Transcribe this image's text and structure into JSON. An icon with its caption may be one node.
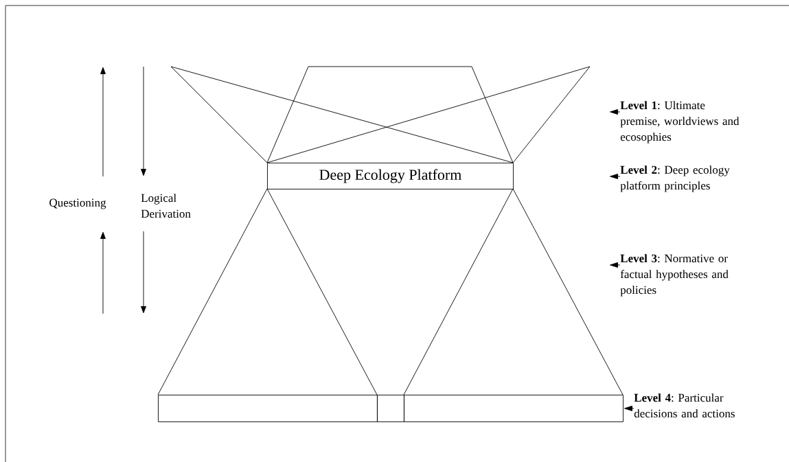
{
  "diagram": {
    "nodes": [
      {
        "text": [
          "Deep Ecology Platform"
        ]
      },
      {
        "text": [
          "**Level 1**: Ultimate premise, worldviews and ecosophies"
        ]
      },
      {
        "text": [
          "**Level 2**: Deep ecology platform principles"
        ]
      },
      {
        "text": [
          "**Level 3**: Normative or factual hypotheses and policies"
        ]
      },
      {
        "text": [
          "**Level 4**: Particular decisions and actions"
        ]
      },
      {
        "text": [],
        "shape": "box"
      },
      {
        "text": [],
        "shape": "box"
      },
      {
        "text": [],
        "shape": "box"
      }
    ],
    "edges": [
      {
        "from": 1,
        "to": null,
        "arrow": "to"
      },
      {
        "from": 2,
        "to": null,
        "arrow": "to"
      },
      {
        "from": 3,
        "to": null,
        "arrow": "to"
      },
      {
        "from": 4,
        "to": 7,
        "arrow": "to"
      }
    ],
    "labels": [
      "Questioning",
      "Logical Derivation"
    ]
  }
}
